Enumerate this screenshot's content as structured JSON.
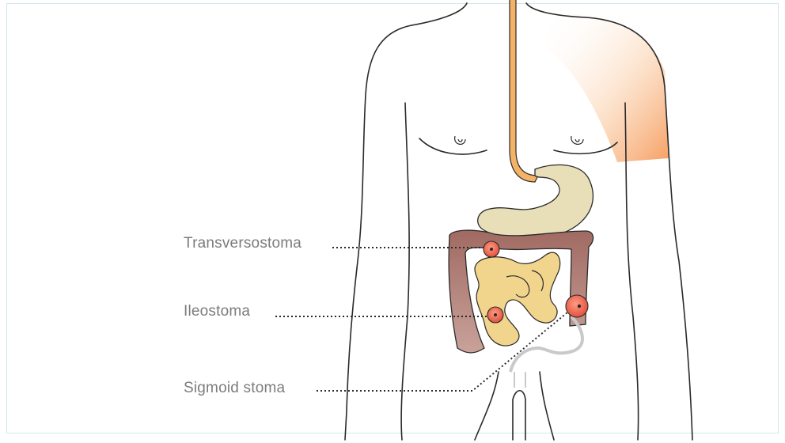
{
  "labels": {
    "transversostoma": "Transversostoma",
    "ileostoma": "Ileostoma",
    "sigmoid_stoma": "Sigmoid stoma"
  },
  "colors": {
    "frame": "#cfe7ea",
    "outline": "#2a2a2a",
    "stoma": "#ef6a52",
    "colon": "#b07a70",
    "small_intestine": "#f2d58c",
    "stomach": "#e8dfb8",
    "esophagus": "#f3b266",
    "shoulder_highlight": "#f6a86a",
    "label_text": "#7c7c7c"
  }
}
